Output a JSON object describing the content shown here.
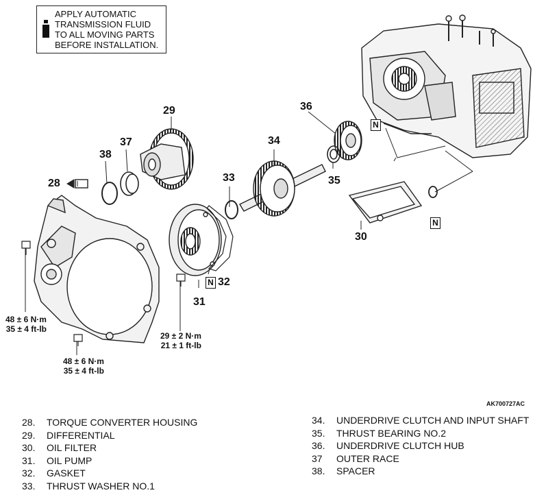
{
  "note": {
    "lines": [
      "APPLY AUTOMATIC",
      "TRANSMISSION FLUID",
      "TO ALL MOVING PARTS",
      "BEFORE INSTALLATION."
    ]
  },
  "callouts": {
    "c28": "28",
    "c29": "29",
    "c30": "30",
    "c31": "31",
    "c32": "32",
    "c33": "33",
    "c34": "34",
    "c35": "35",
    "c36": "36",
    "c37": "37",
    "c38": "38"
  },
  "torque_specs": {
    "t1": {
      "nm": "48 ± 6 N·m",
      "ftlb": "35 ± 4 ft-lb"
    },
    "t2": {
      "nm": "48 ± 6 N·m",
      "ftlb": "35 ± 4 ft-lb"
    },
    "t3": {
      "nm": "29 ± 2 N·m",
      "ftlb": "21 ± 1 ft-lb"
    }
  },
  "badge_letter": "N",
  "figure_code": "AK700727AC",
  "legend_left": [
    {
      "num": "28.",
      "label": "TORQUE CONVERTER HOUSING"
    },
    {
      "num": "29.",
      "label": "DIFFERENTIAL"
    },
    {
      "num": "30.",
      "label": "OIL FILTER"
    },
    {
      "num": "31.",
      "label": "OIL PUMP"
    },
    {
      "num": "32.",
      "label": "GASKET"
    },
    {
      "num": "33.",
      "label": "THRUST WASHER NO.1"
    }
  ],
  "legend_right": [
    {
      "num": "34.",
      "label": "UNDERDRIVE CLUTCH AND INPUT SHAFT"
    },
    {
      "num": "35.",
      "label": "THRUST BEARING NO.2"
    },
    {
      "num": "36.",
      "label": "UNDERDRIVE CLUTCH HUB"
    },
    {
      "num": "37",
      "label": "OUTER RACE"
    },
    {
      "num": "38.",
      "label": "SPACER"
    }
  ]
}
